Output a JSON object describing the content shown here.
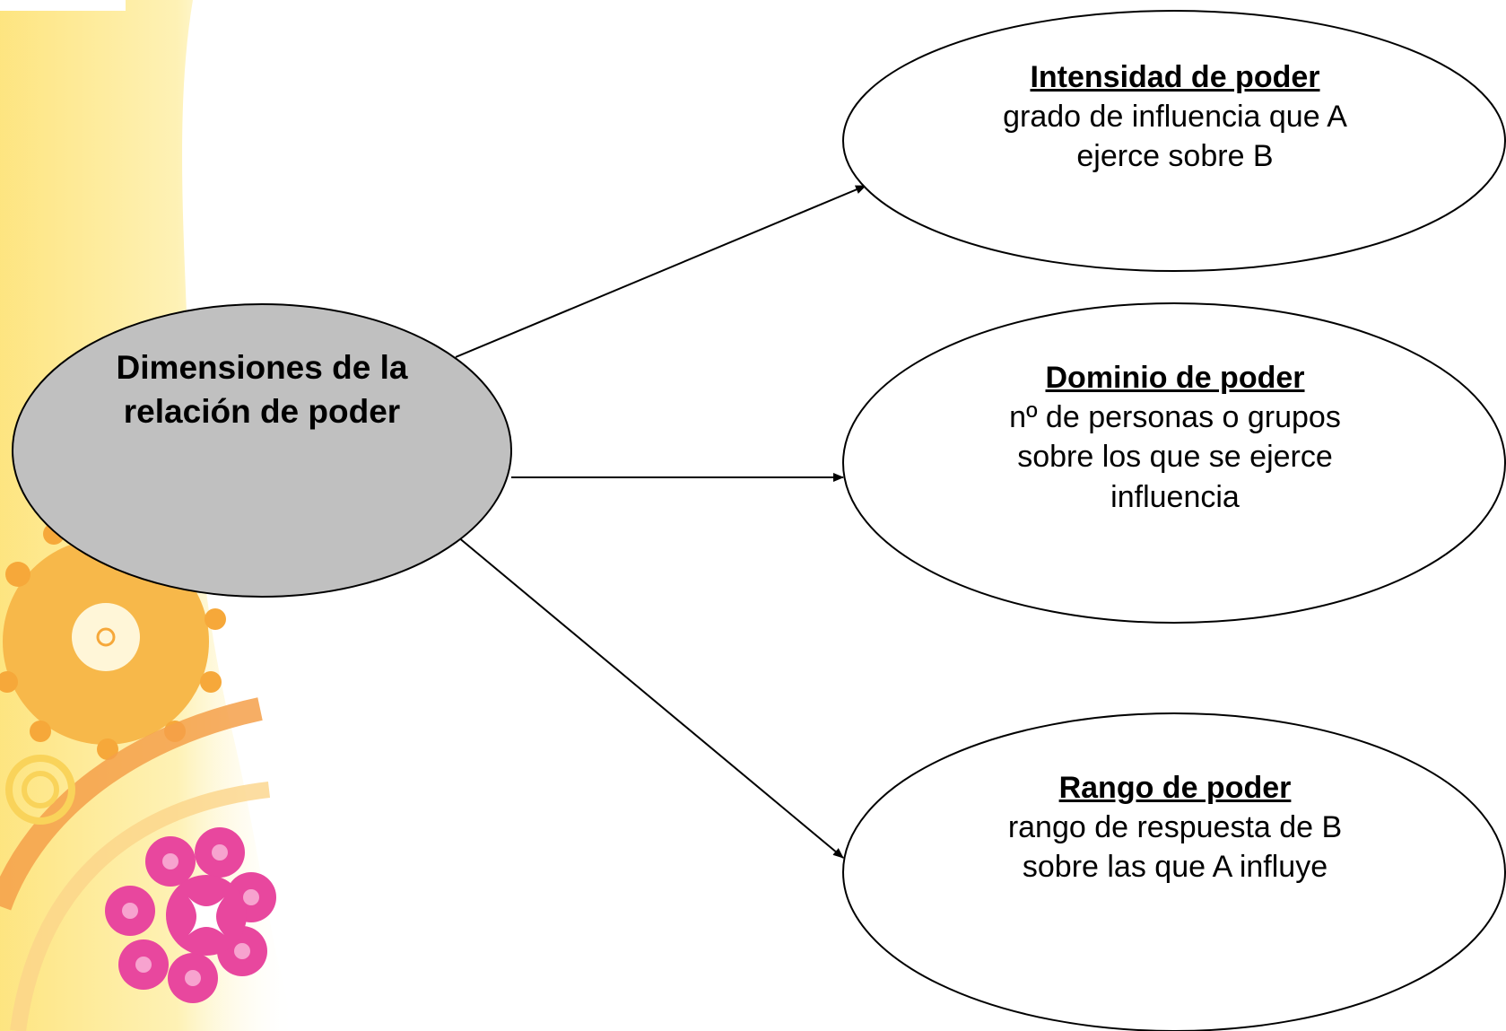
{
  "central": {
    "line1": "Dimensiones de la",
    "line2": "relación de poder"
  },
  "nodes": [
    {
      "title": "Intensidad de poder",
      "desc": [
        "grado de influencia que A",
        "ejerce sobre B"
      ]
    },
    {
      "title": "Dominio de poder",
      "desc": [
        "nº de personas o grupos",
        "sobre los que se ejerce",
        "influencia"
      ]
    },
    {
      "title": "Rango de poder",
      "desc": [
        "rango de respuesta de B",
        "sobre las que A influye"
      ]
    }
  ],
  "colors": {
    "central_fill": "#c0c0c0",
    "node_fill": "#ffffff",
    "stroke": "#000000",
    "decor_yellow": "#fde77a",
    "decor_orange": "#f6a83a",
    "decor_pink": "#e8479e"
  }
}
